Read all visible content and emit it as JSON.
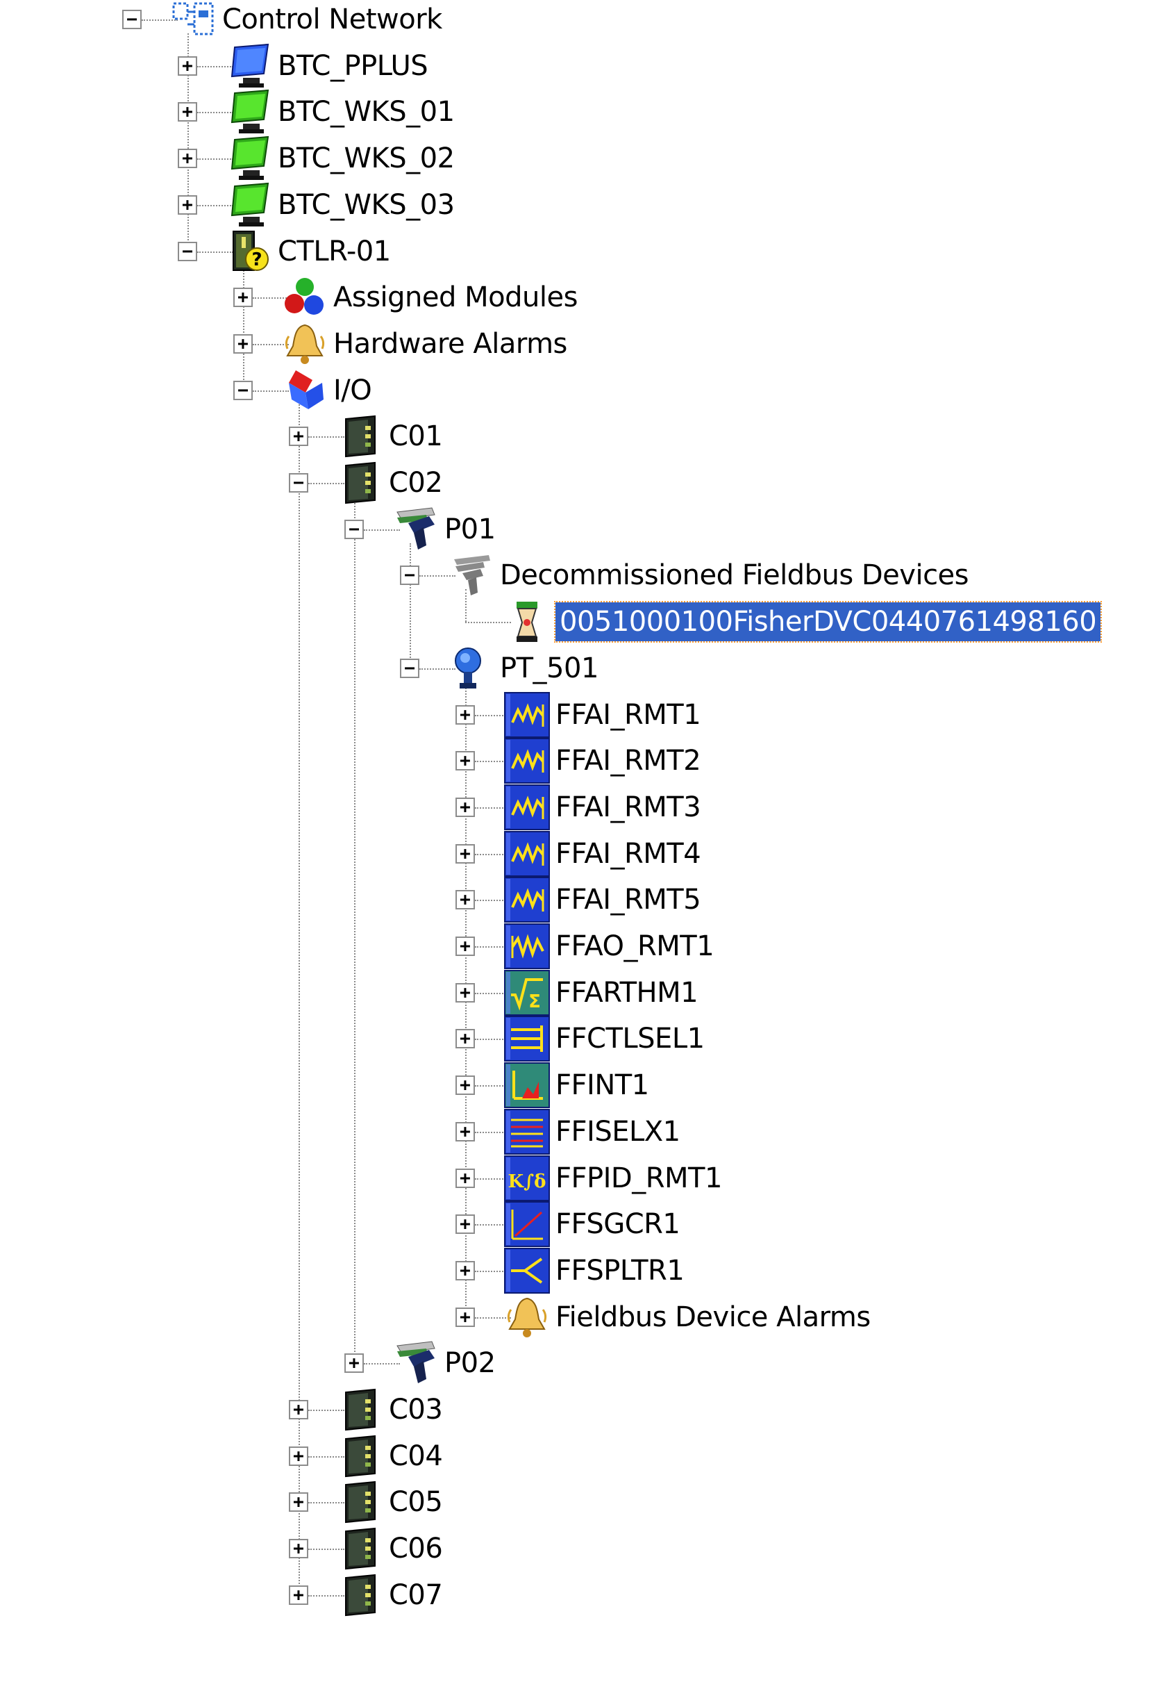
{
  "tree": {
    "nodes": [
      {
        "label": "Control Network",
        "icon": "control-network-icon",
        "expanded": true
      },
      {
        "label": "BTC_PPLUS",
        "icon": "workstation-blue-icon",
        "expanded": false
      },
      {
        "label": "BTC_WKS_01",
        "icon": "workstation-green-icon",
        "expanded": false
      },
      {
        "label": "BTC_WKS_02",
        "icon": "workstation-green-icon",
        "expanded": false
      },
      {
        "label": "BTC_WKS_03",
        "icon": "workstation-green-icon",
        "expanded": false
      },
      {
        "label": "CTLR-01",
        "icon": "controller-unknown-icon",
        "expanded": true
      },
      {
        "label": "Assigned Modules",
        "icon": "assigned-modules-icon",
        "expanded": false
      },
      {
        "label": "Hardware Alarms",
        "icon": "alarm-bell-icon",
        "expanded": false
      },
      {
        "label": "I/O",
        "icon": "io-icon",
        "expanded": true
      },
      {
        "label": "C01",
        "icon": "io-card-icon",
        "expanded": false
      },
      {
        "label": "C02",
        "icon": "io-card-icon",
        "expanded": true
      },
      {
        "label": "P01",
        "icon": "fieldbus-port-icon",
        "expanded": true
      },
      {
        "label": "Decommissioned Fieldbus Devices",
        "icon": "decommissioned-devices-icon",
        "expanded": true
      },
      {
        "label": "0051000100FisherDVC0440761498160",
        "icon": "fieldbus-device-icon",
        "selected": true
      },
      {
        "label": "PT_501",
        "icon": "pressure-transmitter-icon",
        "expanded": true
      },
      {
        "label": "FFAI_RMT1",
        "icon": "analog-input-block-icon",
        "expanded": false
      },
      {
        "label": "FFAI_RMT2",
        "icon": "analog-input-block-icon",
        "expanded": false
      },
      {
        "label": "FFAI_RMT3",
        "icon": "analog-input-block-icon",
        "expanded": false
      },
      {
        "label": "FFAI_RMT4",
        "icon": "analog-input-block-icon",
        "expanded": false
      },
      {
        "label": "FFAI_RMT5",
        "icon": "analog-input-block-icon",
        "expanded": false
      },
      {
        "label": "FFAO_RMT1",
        "icon": "analog-output-block-icon",
        "expanded": false
      },
      {
        "label": "FFARTHM1",
        "icon": "arithmetic-block-icon",
        "expanded": false
      },
      {
        "label": "FFCTLSEL1",
        "icon": "control-selector-block-icon",
        "expanded": false
      },
      {
        "label": "FFINT1",
        "icon": "integrator-block-icon",
        "expanded": false
      },
      {
        "label": "FFISELX1",
        "icon": "input-selector-block-icon",
        "expanded": false
      },
      {
        "label": "FFPID_RMT1",
        "icon": "pid-block-icon",
        "expanded": false
      },
      {
        "label": "FFSGCR1",
        "icon": "signal-characterizer-block-icon",
        "expanded": false
      },
      {
        "label": "FFSPLTR1",
        "icon": "splitter-block-icon",
        "expanded": false
      },
      {
        "label": "Fieldbus Device Alarms",
        "icon": "alarm-bell-icon",
        "expanded": false
      },
      {
        "label": "P02",
        "icon": "fieldbus-port-icon",
        "expanded": false
      },
      {
        "label": "C03",
        "icon": "io-card-icon",
        "expanded": false
      },
      {
        "label": "C04",
        "icon": "io-card-icon",
        "expanded": false
      },
      {
        "label": "C05",
        "icon": "io-card-icon",
        "expanded": false
      },
      {
        "label": "C06",
        "icon": "io-card-icon",
        "expanded": false
      },
      {
        "label": "C07",
        "icon": "io-card-icon",
        "expanded": false
      }
    ]
  },
  "colors": {
    "selection_background": "#3161c6",
    "selection_text": "#ffffff",
    "function_block_blue": "#1f3fd0",
    "function_block_teal": "#2f8a78",
    "tree_lines": "#8a8a8a"
  }
}
